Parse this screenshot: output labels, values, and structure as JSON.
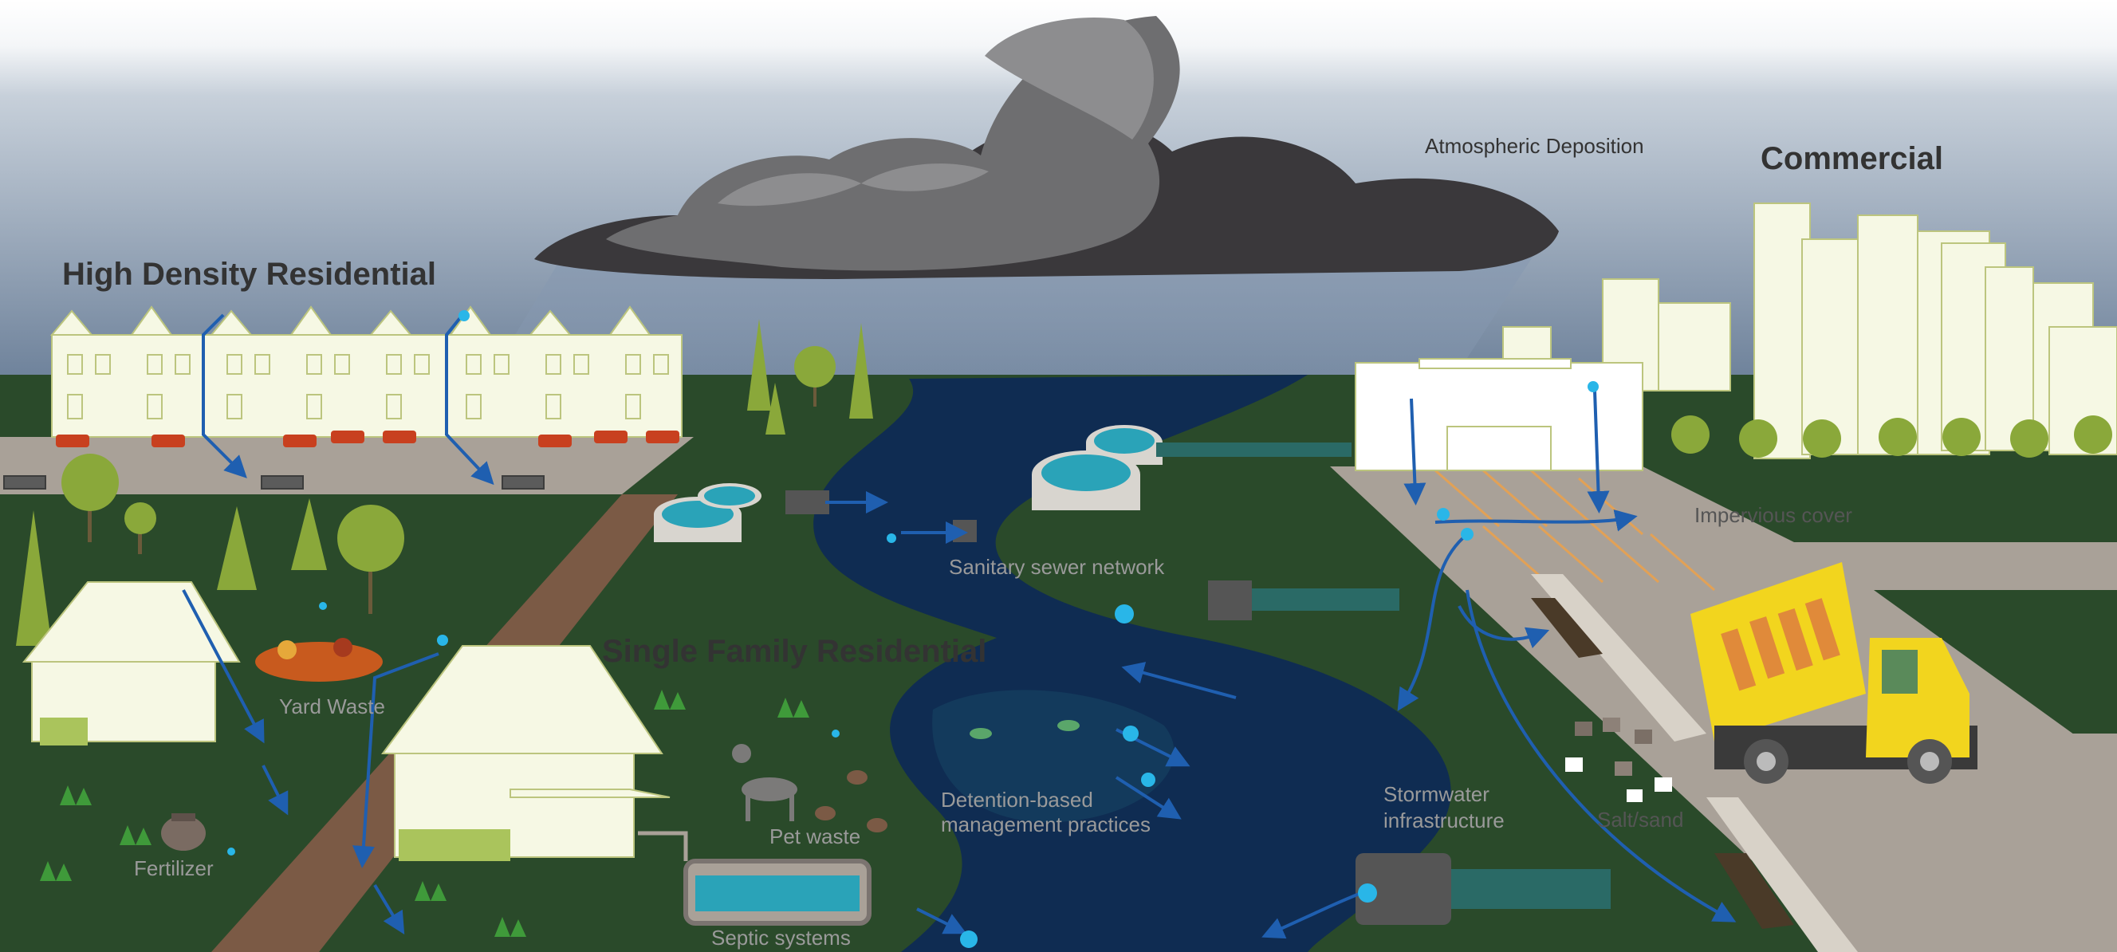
{
  "labels": {
    "high_density": "High Density Residential",
    "commercial": "Commercial",
    "single_family": "Single Family Residential",
    "atmospheric": "Atmospheric Deposition",
    "sanitary": "Sanitary sewer network",
    "impervious": "Impervious cover",
    "yard_waste": "Yard Waste",
    "fertilizer": "Fertilizer",
    "pet_waste": "Pet waste",
    "septic": "Septic systems",
    "detention_1": "Detention-based",
    "detention_2": "management practices",
    "stormwater_1": "Stormwater",
    "stormwater_2": "infrastructure",
    "salt": "Salt/sand"
  },
  "colors": {
    "sky_top": "#ffffff",
    "sky_bottom": "#6d819a",
    "cloud_dark": "#3a383b",
    "cloud_mid": "#6e6e70",
    "cloud_light": "#8d8d8f",
    "grass": "#2a4a2a",
    "river": "#0f2c52",
    "road": "#a9a198",
    "building_fill": "#f6f8e4",
    "building_line": "#bcc57e",
    "tree": "#8aa83a",
    "water": "#2aa3b8",
    "arrow": "#1f5fb0",
    "car": "#c8401f",
    "truck": "#f2d51e"
  },
  "icons": [
    "cloud",
    "rowhouses",
    "house",
    "tree",
    "car",
    "storm-drain",
    "treatment-tank",
    "outfall-pipe",
    "dump-truck",
    "dog",
    "fertilizer-bag",
    "leaf-pile",
    "septic-tank",
    "commercial-building",
    "skyscraper"
  ]
}
